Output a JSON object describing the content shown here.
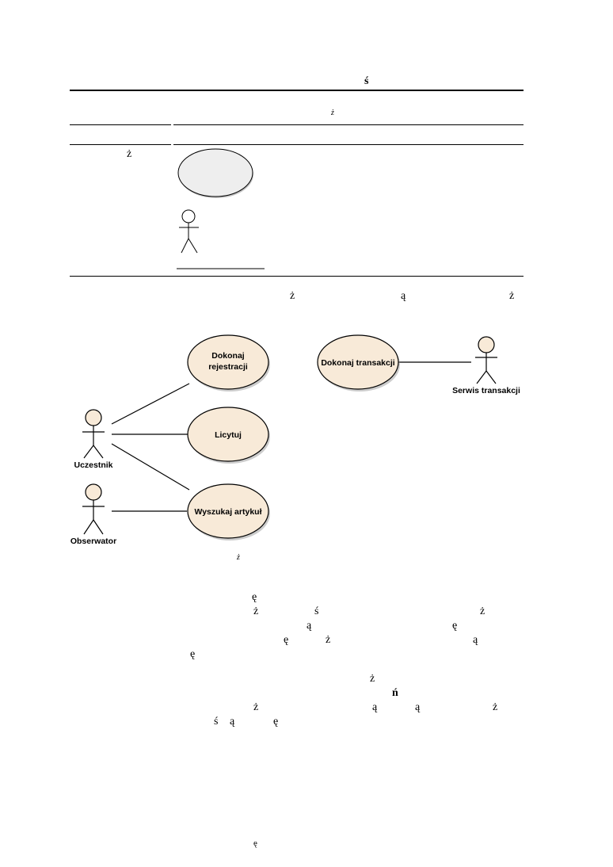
{
  "table": {
    "header_glyph": "ś",
    "subheader_glyph": "ż",
    "row_label_glyph": "ż"
  },
  "line_glyphs": {
    "line1": [
      "ż",
      "ą",
      "ż"
    ],
    "caption": "ż",
    "para1_l1": [
      "ę"
    ],
    "para1_l2": [
      "ż",
      "ś",
      "ż"
    ],
    "para1_l3": [
      "ą",
      "ę"
    ],
    "para1_l4": [
      "ę",
      "ż",
      "ą"
    ],
    "para1_l5": [
      "ę"
    ],
    "para2_l1": [
      "ż"
    ],
    "para2_l2": [
      "ń"
    ],
    "para2_l3": [
      "ż",
      "ą",
      "ą",
      "ż"
    ],
    "para2_l4": [
      "ś",
      "ą",
      "ę"
    ],
    "footer": "ę"
  },
  "diagram": {
    "actors": [
      "Uczestnik",
      "Obserwator",
      "Serwis transakcji"
    ],
    "use_cases": [
      "Dokonaj",
      "rejestracji",
      "Licytuj",
      "Wyszukaj artykuł",
      "Dokonaj transakcji"
    ],
    "fill_color": "#f8ead8",
    "legend_fill_color": "#eeeeee"
  }
}
